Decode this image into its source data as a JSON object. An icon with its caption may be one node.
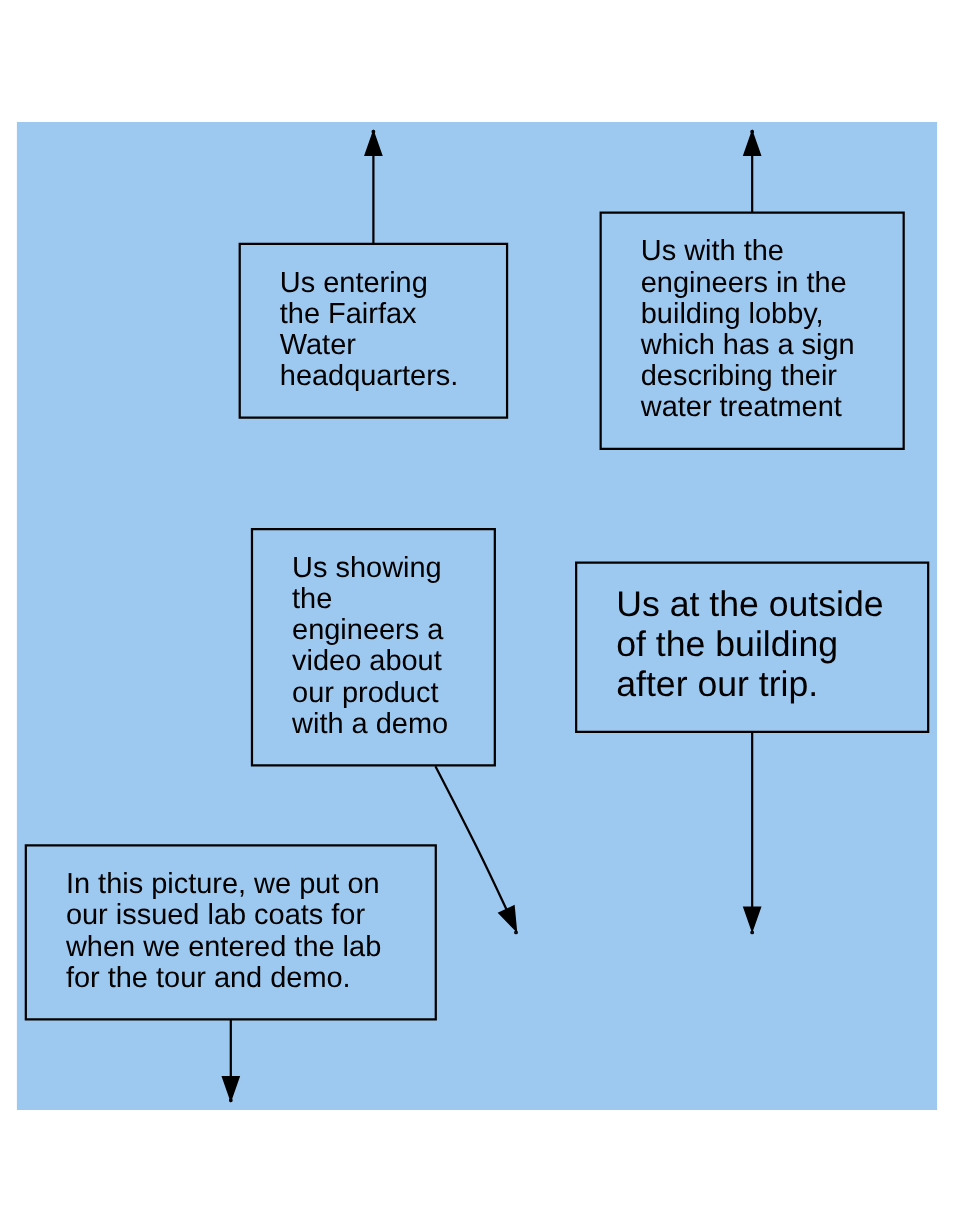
{
  "diagram": {
    "nodes": [
      {
        "text": [
          "Us entering the Fairfax Water headquarters."
        ]
      },
      {
        "text": [
          "Us with the engineers in the building lobby, which has a sign describing their water treatment"
        ]
      },
      {
        "text": [
          "Us showing the engineers a video about our product with a demo"
        ]
      },
      {
        "text": [
          "Us at the outside of the building after our trip."
        ]
      },
      {
        "text": [
          "In this picture, we put on our issued lab coats for when we entered the lab for the tour and demo."
        ]
      }
    ],
    "edges": [
      {
        "from": 0,
        "to": null,
        "arrow": "to"
      },
      {
        "from": 1,
        "to": null,
        "arrow": "to"
      },
      {
        "from": 2,
        "to": null,
        "arrow": "to"
      },
      {
        "from": 3,
        "to": null,
        "arrow": "to"
      },
      {
        "from": 4,
        "to": null,
        "arrow": "to"
      }
    ]
  }
}
